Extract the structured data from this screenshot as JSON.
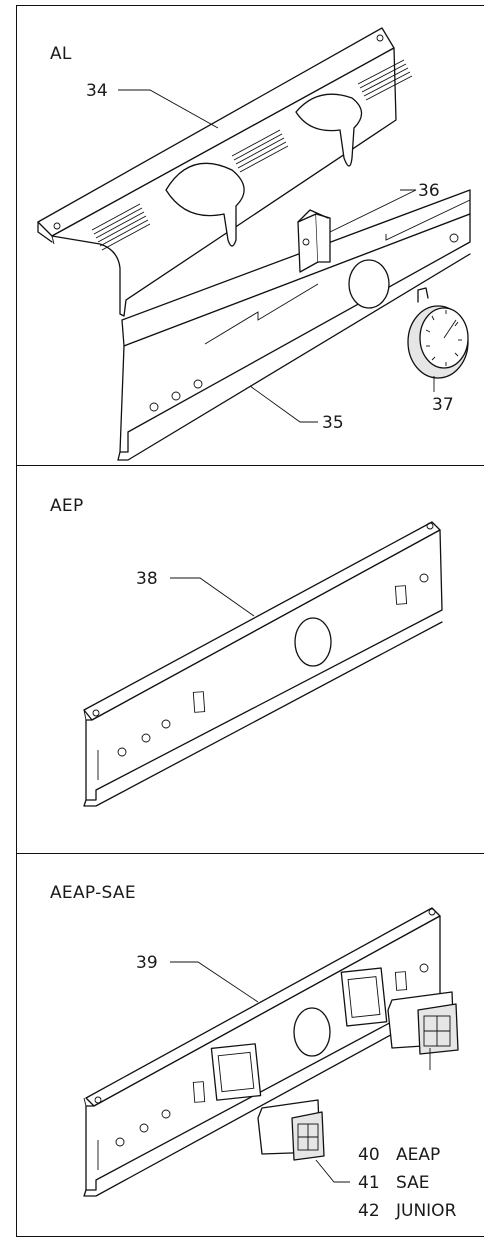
{
  "panels": [
    {
      "label": "AL",
      "callouts": [
        "34",
        "36",
        "37",
        "35"
      ]
    },
    {
      "label": "AEP",
      "callouts": [
        "38"
      ]
    },
    {
      "label": "AEAP-SAE",
      "callouts": [
        "39"
      ]
    }
  ],
  "legend": [
    {
      "number": "40",
      "text": "AEAP"
    },
    {
      "number": "41",
      "text": "SAE"
    },
    {
      "number": "42",
      "text": "JUNIOR"
    }
  ]
}
